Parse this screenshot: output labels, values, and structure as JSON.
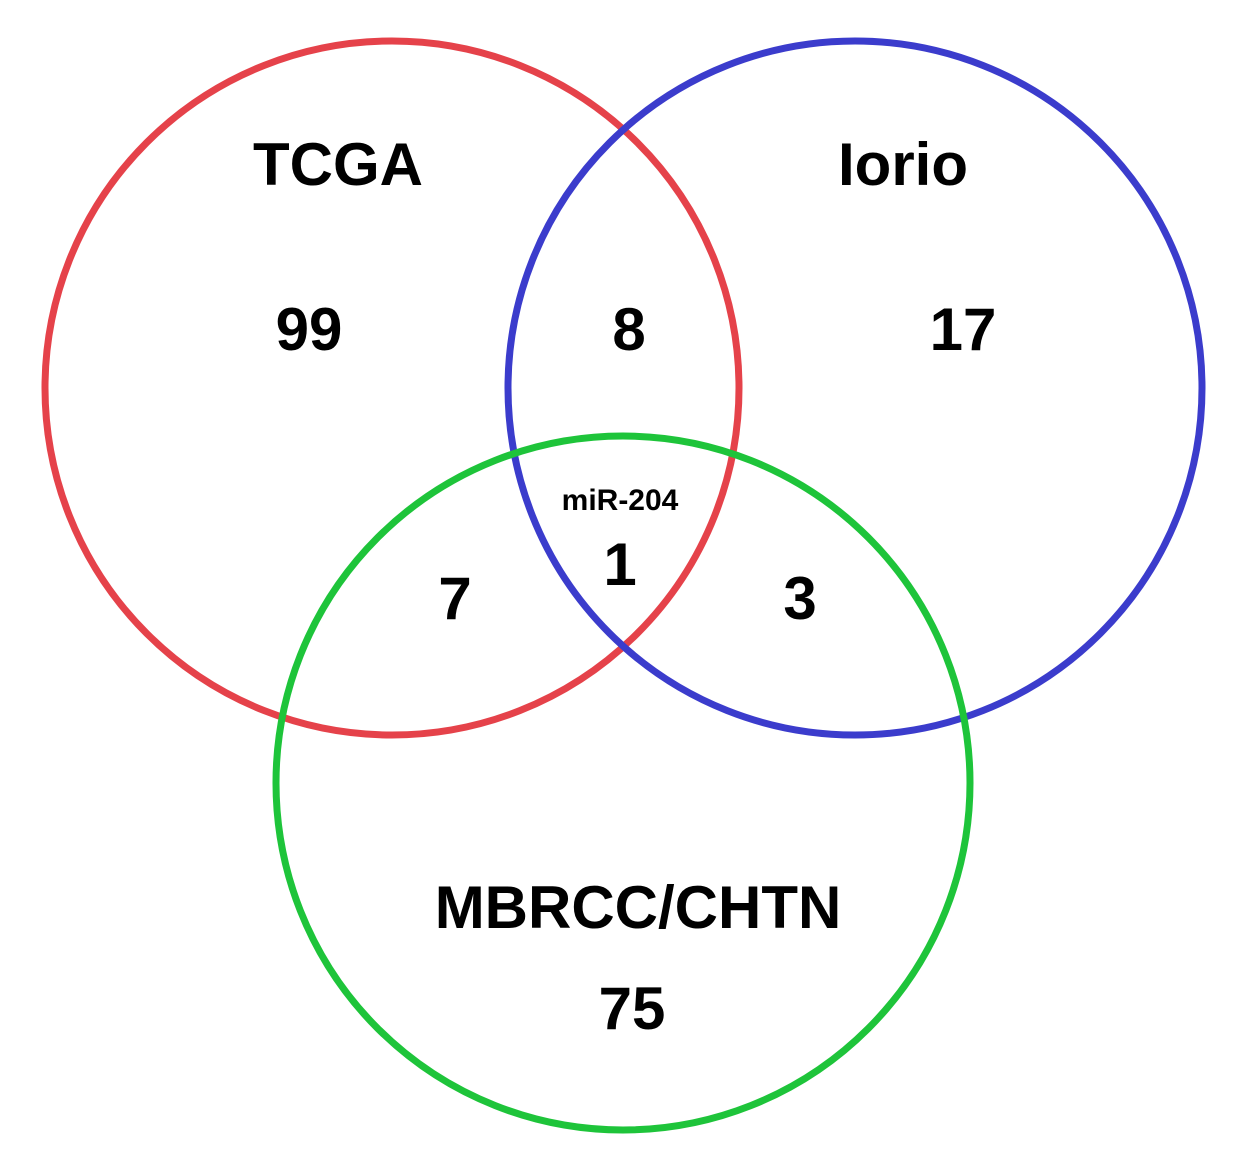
{
  "venn": {
    "sets": [
      {
        "id": "tcga",
        "label": "TCGA",
        "color": "#e5424a"
      },
      {
        "id": "iorio",
        "label": "Iorio",
        "color": "#3b3ccc"
      },
      {
        "id": "mbrcc",
        "label": "MBRCC/CHTN",
        "color": "#1ec43a"
      }
    ],
    "regions": {
      "tcga_only": "99",
      "iorio_only": "17",
      "mbrcc_only": "75",
      "tcga_iorio": "8",
      "tcga_mbrcc": "7",
      "iorio_mbrcc": "3",
      "all_three": "1",
      "all_three_note": "miR-204"
    }
  }
}
